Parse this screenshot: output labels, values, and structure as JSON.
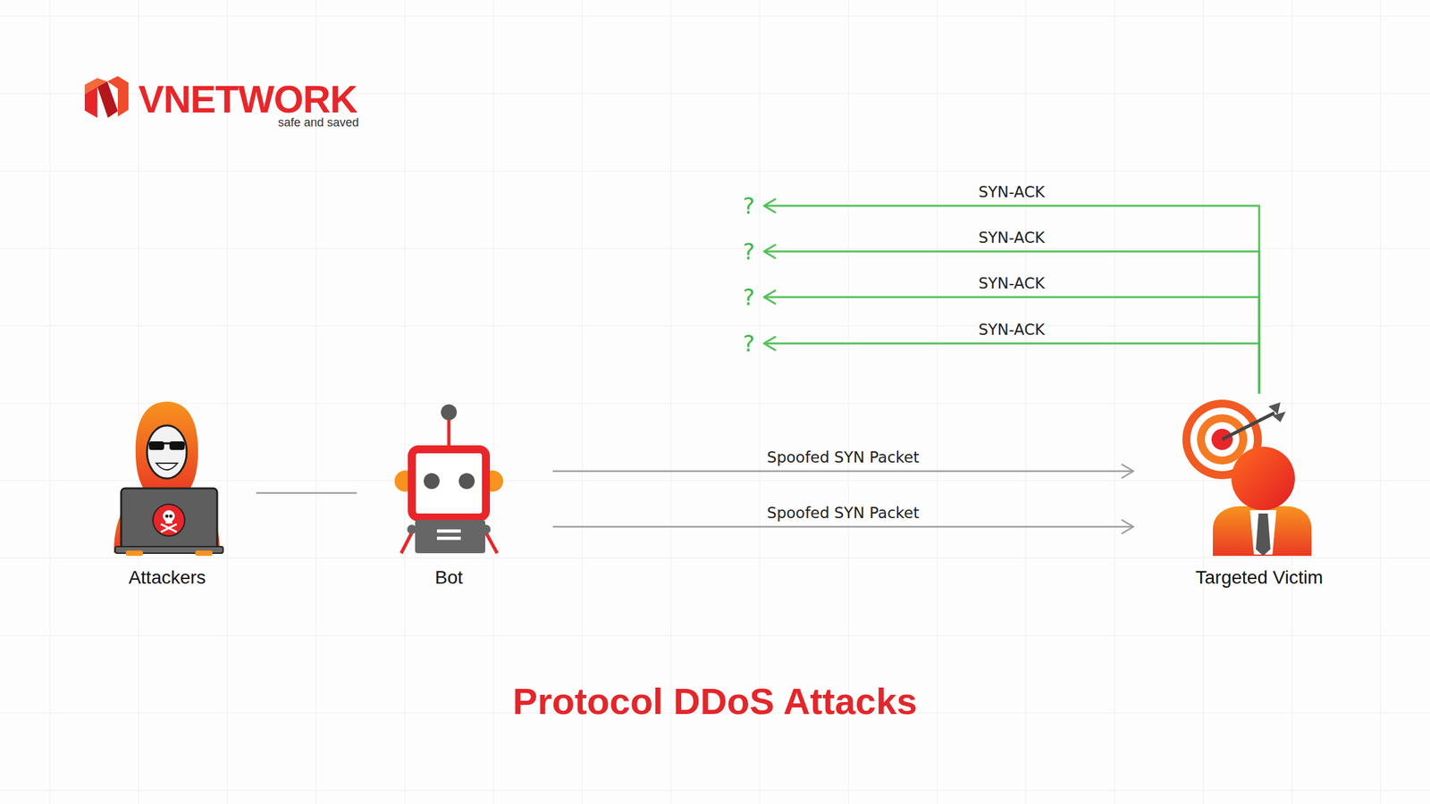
{
  "diagram": {
    "title": "Protocol DDoS Attacks",
    "nodes": [
      {
        "text": [
          "Attackers"
        ]
      },
      {
        "text": [
          "Bot"
        ]
      },
      {
        "text": [
          "Targeted Victim"
        ]
      },
      {
        "text": [
          "?"
        ]
      },
      {
        "text": [
          "?"
        ]
      },
      {
        "text": [
          "?"
        ]
      },
      {
        "text": [
          "?"
        ]
      }
    ],
    "edges": [
      {
        "from": 0,
        "to": 1,
        "arrow": "none"
      },
      {
        "from": 1,
        "to": 2,
        "label": "Spoofed SYN Packet",
        "arrow": "to"
      },
      {
        "from": 1,
        "to": 2,
        "label": "Spoofed SYN Packet",
        "arrow": "to"
      },
      {
        "from": 2,
        "to": 3,
        "label": "SYN-ACK",
        "arrow": "to"
      },
      {
        "from": 2,
        "to": 4,
        "label": "SYN-ACK",
        "arrow": "to"
      },
      {
        "from": 2,
        "to": 5,
        "label": "SYN-ACK",
        "arrow": "to"
      },
      {
        "from": 2,
        "to": 6,
        "label": "SYN-ACK",
        "arrow": "to"
      }
    ],
    "labels": [
      "VNETWORK",
      "safe and saved"
    ]
  }
}
